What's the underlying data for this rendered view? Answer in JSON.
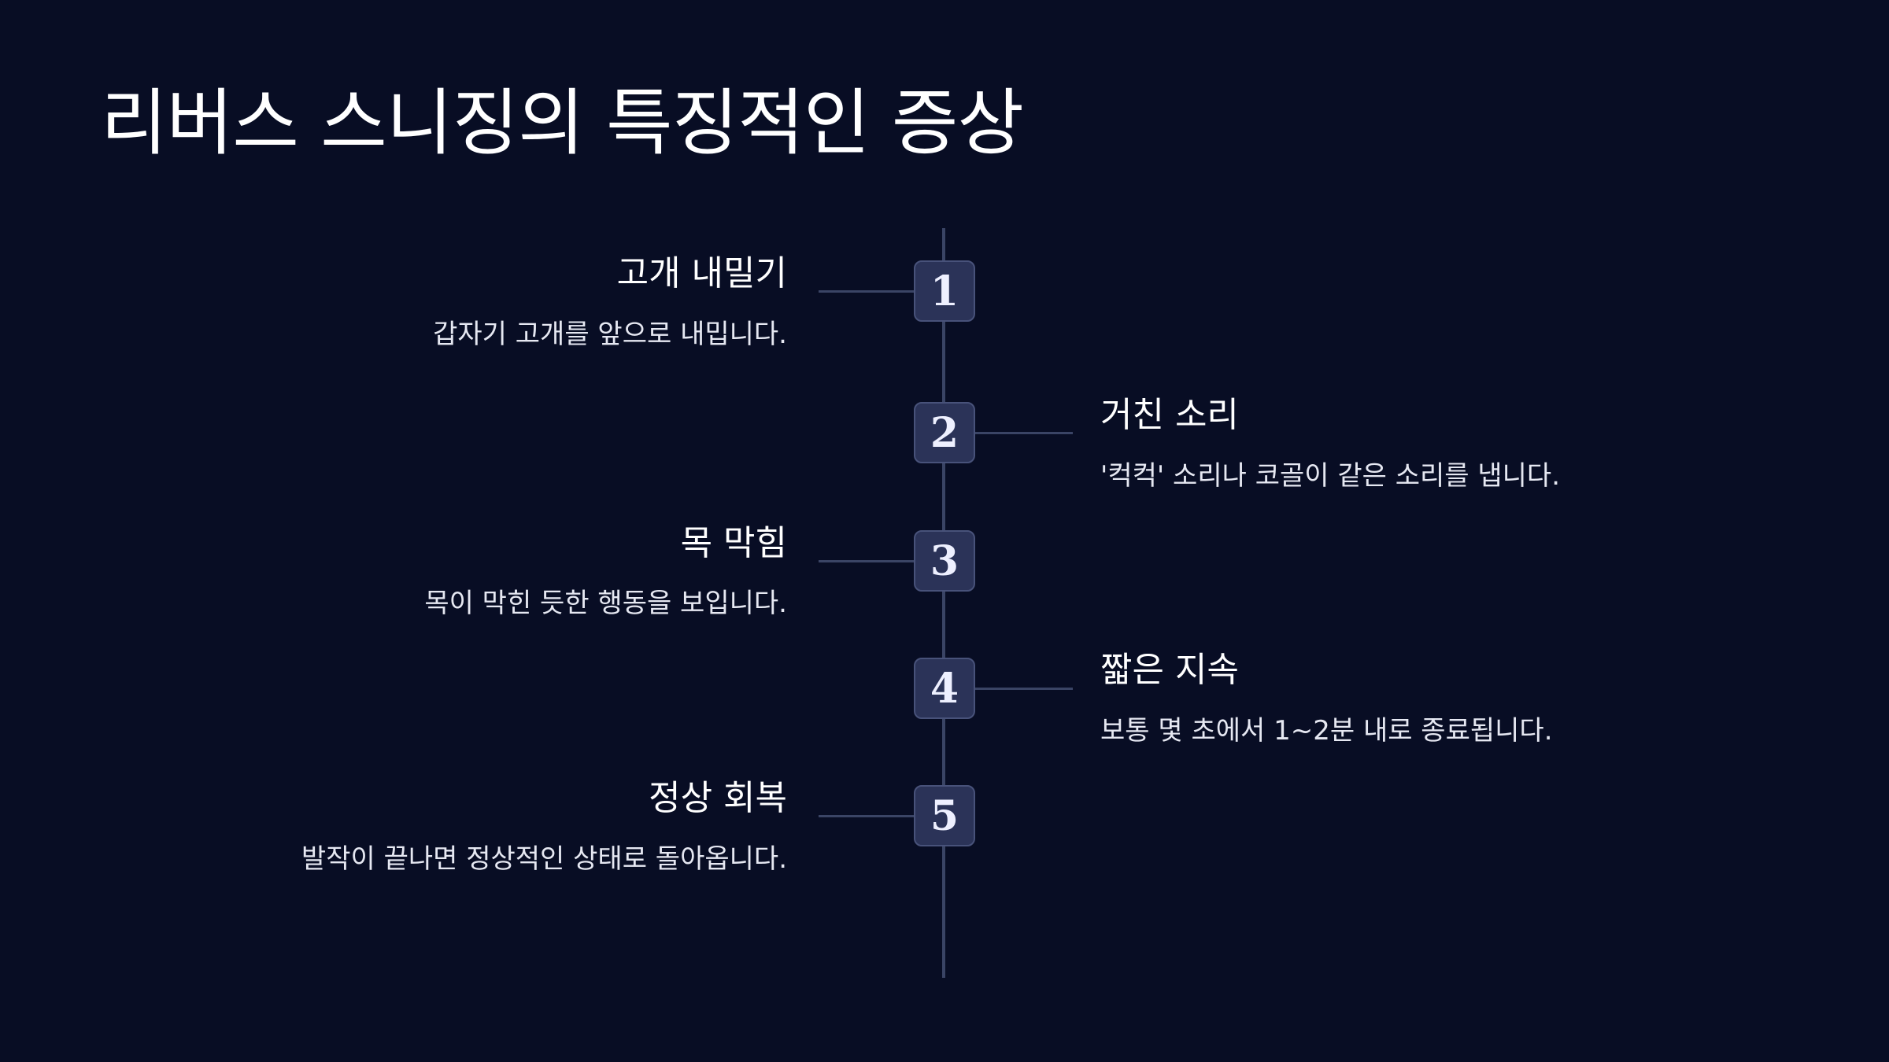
{
  "title": "리버스 스니징의 특징적인 증상",
  "steps": [
    {
      "number": "1",
      "title": "고개 내밀기",
      "desc": "갑자기 고개를 앞으로 내밉니다."
    },
    {
      "number": "2",
      "title": "거친 소리",
      "desc": "'컥컥' 소리나 코골이 같은 소리를 냅니다."
    },
    {
      "number": "3",
      "title": "목 막힘",
      "desc": "목이 막힌 듯한 행동을 보입니다."
    },
    {
      "number": "4",
      "title": "짧은 지속",
      "desc": "보통 몇 초에서 1~2분 내로 종료됩니다."
    },
    {
      "number": "5",
      "title": "정상 회복",
      "desc": "발작이 끝나면 정상적인 상태로 돌아옵니다."
    }
  ],
  "colors": {
    "background": "#080d24",
    "line": "#3a4465",
    "badge": "#2b3358"
  }
}
